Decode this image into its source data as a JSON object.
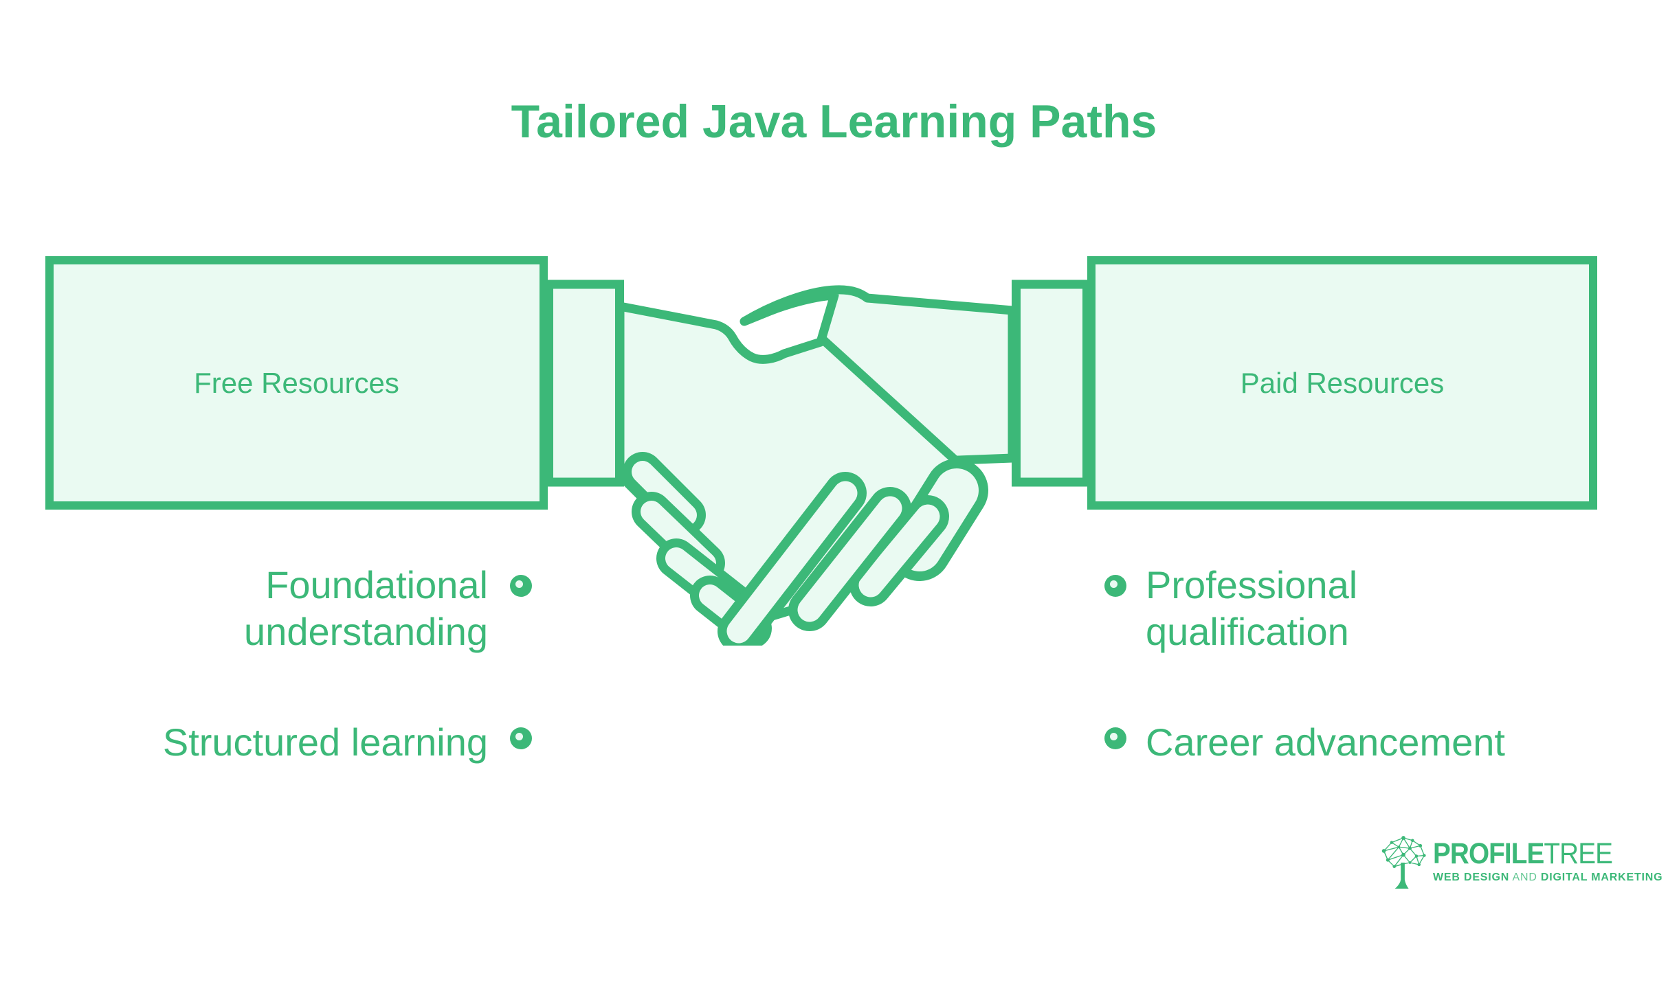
{
  "title": "Tailored Java Learning Paths",
  "boxes": {
    "left": {
      "label": "Free Resources"
    },
    "right": {
      "label": "Paid Resources"
    }
  },
  "bullets": {
    "left": [
      {
        "label": "Foundational understanding"
      },
      {
        "label": "Structured learning"
      }
    ],
    "right": [
      {
        "label": "Professional qualification"
      },
      {
        "label": "Career advancement"
      }
    ]
  },
  "logo": {
    "name_bold": "PROFILE",
    "name_light": "TREE",
    "tagline_left": "WEB DESIGN",
    "tagline_mid": " AND ",
    "tagline_right": "DIGITAL MARKETING"
  },
  "colors": {
    "accent_green": "#3cb878",
    "light_green_fill": "#eafaf2",
    "background": "#ffffff"
  },
  "icons": {
    "center_illustration": "handshake-icon",
    "logo_mark": "network-tree-icon",
    "list_marker": "donut-bullet-icon"
  }
}
